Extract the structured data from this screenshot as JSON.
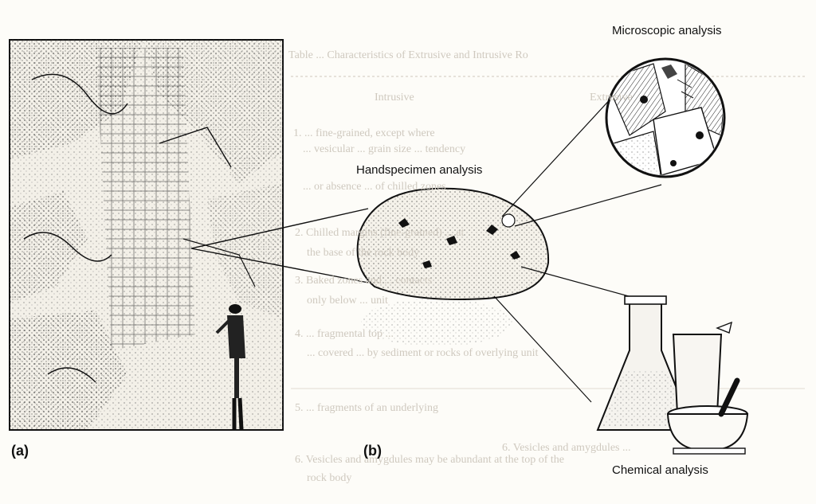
{
  "labels": {
    "microscopic": "Microscopic analysis",
    "handspecimen": "Handspecimen analysis",
    "chemical": "Chemical analysis",
    "panel_a": "(a)",
    "panel_b": "(b)"
  },
  "background_text": [
    "Table ... Characteristics of Extrusive and Intrusive Ro",
    "Intrusive",
    "Extrusive",
    "1. ... fine-grained, except where",
    "... vesicular ... grain size ... tendency",
    "... or absence ... of chilled zones",
    "2. Chilled margins (fine-grained) ... at",
    "the base of the rock body",
    "3. Baked zones and ... contacts",
    "only below ... unit",
    "4. ... fragmental top ...",
    "... covered ... by sediment or rocks of overlying unit",
    "5. ... fragments of an underlying",
    "6. Vesicles and amygdules may be abundant at the top of the",
    "rock body",
    "6. Vesicles and amygdules ..."
  ],
  "colors": {
    "background": "#fdfcf8",
    "ink": "#111111",
    "ghost_text": "#cfc9bf"
  }
}
